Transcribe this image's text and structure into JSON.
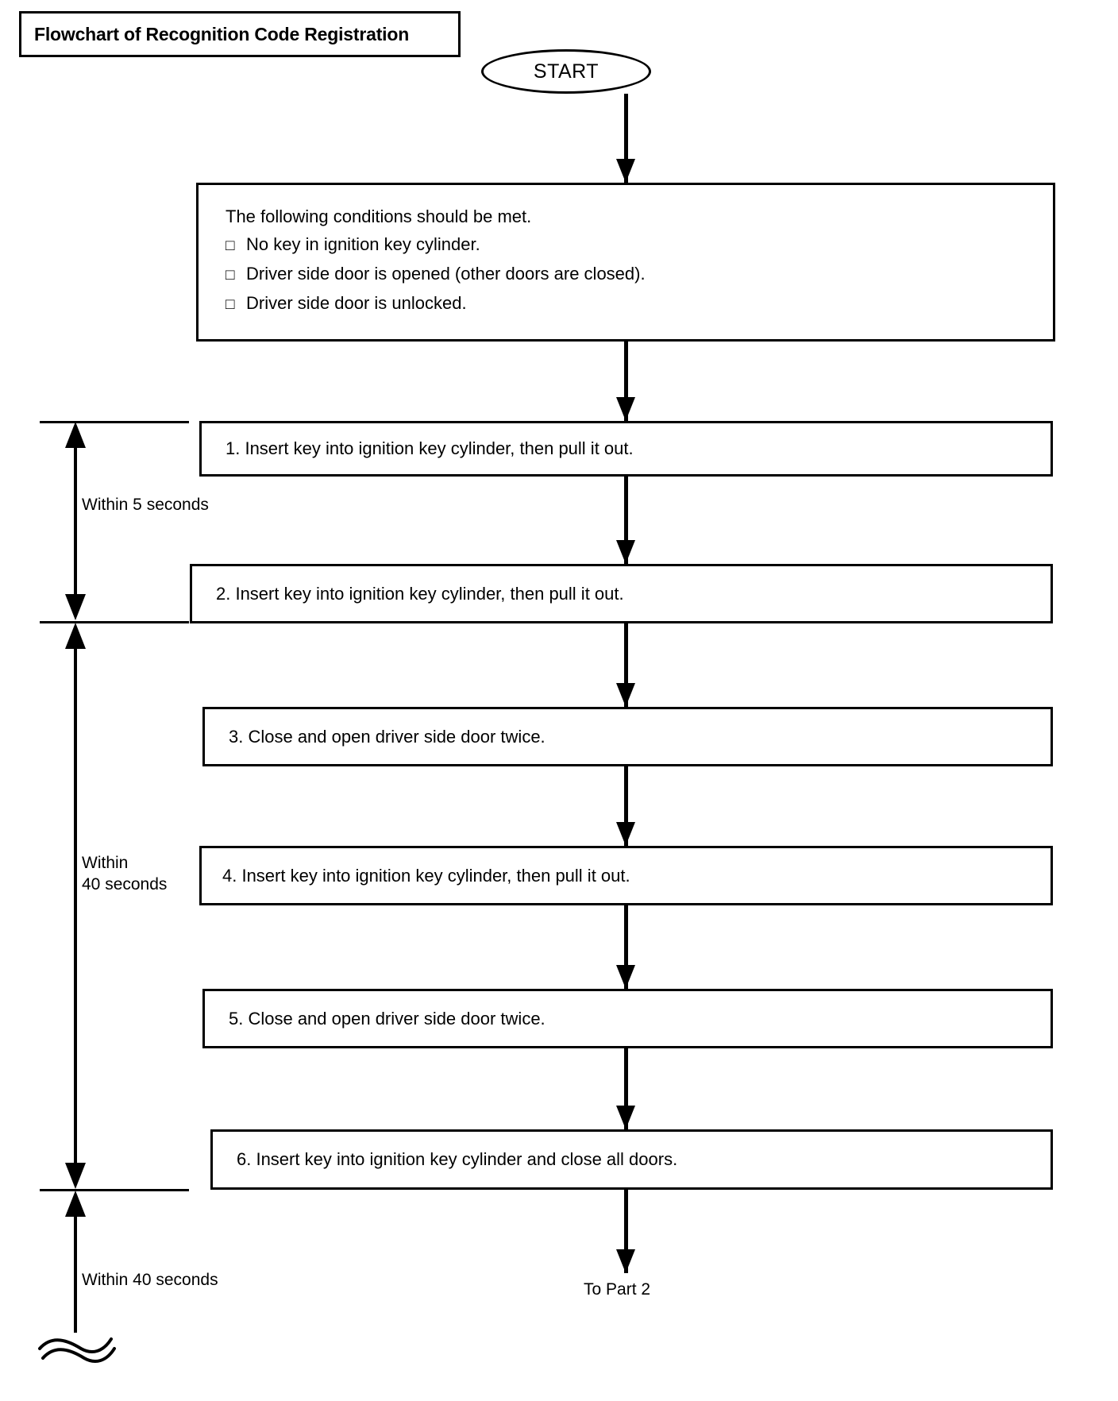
{
  "title": {
    "text": "Flowchart of Recognition Code Registration"
  },
  "start": {
    "label": "START"
  },
  "conditions": {
    "heading": "The following conditions should be met.",
    "bullet_glyph": "□",
    "items": [
      "No key in ignition key cylinder.",
      "Driver side door is opened (other doors are closed).",
      "Driver side door is unlocked."
    ]
  },
  "steps": [
    {
      "text": "1. Insert key into ignition key cylinder, then pull it out."
    },
    {
      "text": "2. Insert key into ignition key cylinder, then pull it out."
    },
    {
      "text": "3. Close and open driver side door twice."
    },
    {
      "text": "4. Insert key into ignition key cylinder, then pull it out."
    },
    {
      "text": "5. Close and open driver side door twice."
    },
    {
      "text": "6. Insert key into ignition key cylinder and close all doors."
    }
  ],
  "timing": {
    "within_5": "Within 5 seconds",
    "within_40_line1": "Within",
    "within_40_line2": "40 seconds",
    "within_40_bottom": "Within 40 seconds"
  },
  "exit": {
    "label": "To Part 2"
  },
  "colors": {
    "ink": "#000000",
    "paper": "#ffffff"
  },
  "chart_data": {
    "type": "table",
    "title": "Flowchart of Recognition Code Registration",
    "nodes": [
      {
        "id": "start",
        "shape": "terminator",
        "label": "START"
      },
      {
        "id": "conditions",
        "shape": "process",
        "label": "The following conditions should be met. / No key in ignition key cylinder. / Driver side door is opened (other doors are closed). / Driver side door is unlocked."
      },
      {
        "id": "s1",
        "shape": "process",
        "label": "1. Insert key into ignition key cylinder, then pull it out."
      },
      {
        "id": "s2",
        "shape": "process",
        "label": "2. Insert key into ignition key cylinder, then pull it out."
      },
      {
        "id": "s3",
        "shape": "process",
        "label": "3. Close and open driver side door twice."
      },
      {
        "id": "s4",
        "shape": "process",
        "label": "4. Insert key into ignition key cylinder, then pull it out."
      },
      {
        "id": "s5",
        "shape": "process",
        "label": "5. Close and open driver side door twice."
      },
      {
        "id": "s6",
        "shape": "process",
        "label": "6. Insert key into ignition key cylinder and close all doors."
      },
      {
        "id": "exit",
        "shape": "connector",
        "label": "To Part 2"
      }
    ],
    "edges": [
      {
        "from": "start",
        "to": "conditions"
      },
      {
        "from": "conditions",
        "to": "s1"
      },
      {
        "from": "s1",
        "to": "s2"
      },
      {
        "from": "s2",
        "to": "s3"
      },
      {
        "from": "s3",
        "to": "s4"
      },
      {
        "from": "s4",
        "to": "s5"
      },
      {
        "from": "s5",
        "to": "s6"
      },
      {
        "from": "s6",
        "to": "exit"
      }
    ],
    "annotations": [
      {
        "label": "Within 5 seconds",
        "spans": [
          "s1",
          "s2"
        ]
      },
      {
        "label": "Within 40 seconds",
        "spans": [
          "s2",
          "s6"
        ]
      },
      {
        "label": "Within 40 seconds",
        "spans": [
          "s6",
          "exit"
        ]
      }
    ]
  }
}
